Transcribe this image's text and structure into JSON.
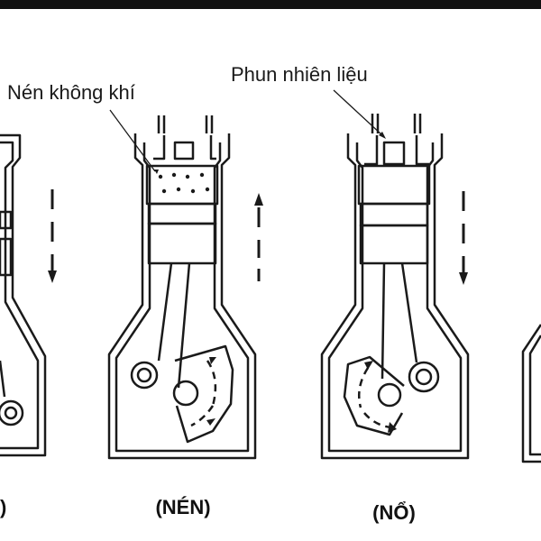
{
  "colors": {
    "ink": "#1a1a1a",
    "paper": "#ffffff",
    "top_bar": "#111111"
  },
  "labels": {
    "compress_air": "Nén không khí",
    "fuel_injection": "Phun nhiên liệu"
  },
  "captions": {
    "intake_partial": ")",
    "compression": "(NÉN)",
    "power": "(NỔ)"
  }
}
